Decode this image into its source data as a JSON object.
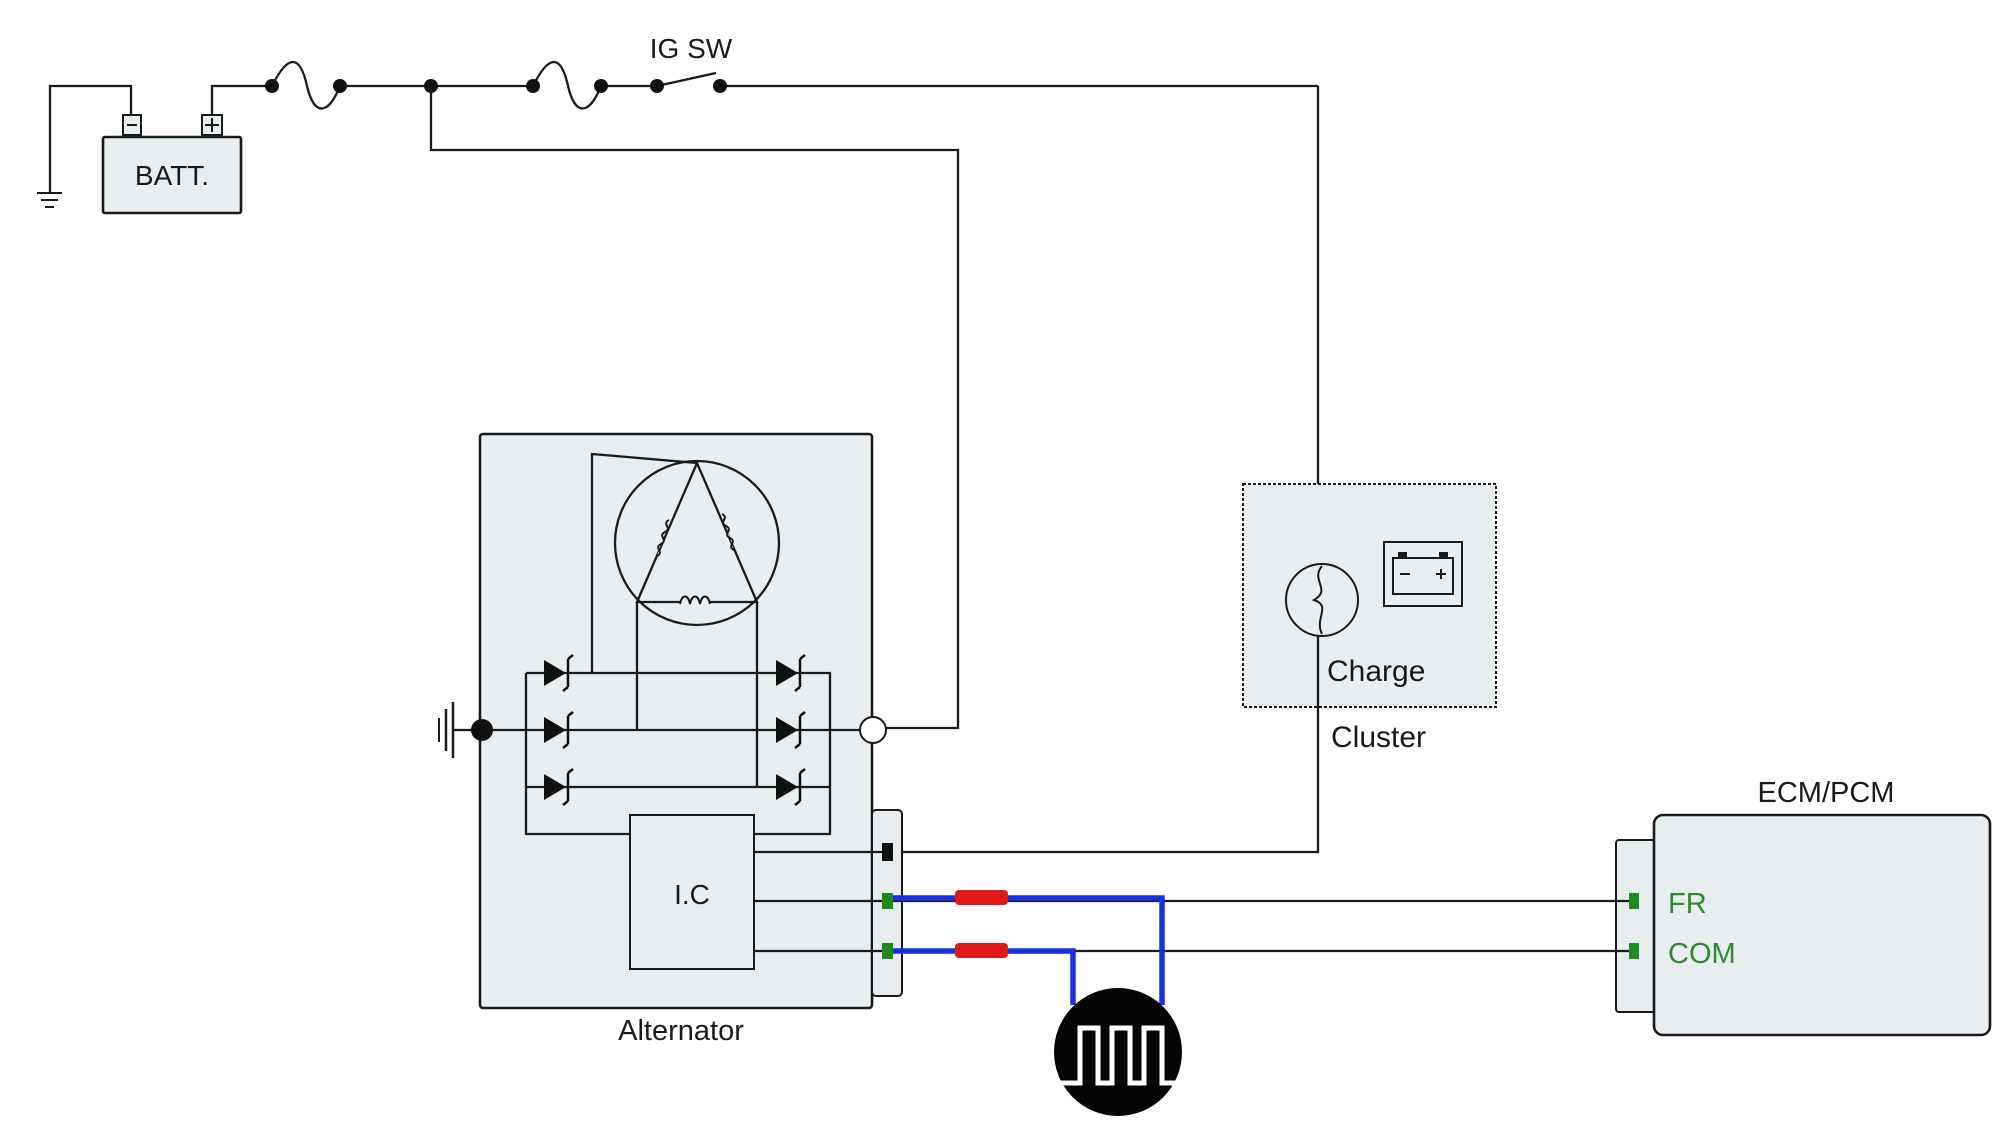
{
  "labels": {
    "battery": "BATT.",
    "ignition_switch": "IG SW",
    "charge": "Charge",
    "cluster": "Cluster",
    "alternator": "Alternator",
    "ic": "I.C",
    "ecm": "ECM/PCM",
    "fr": "FR",
    "com": "COM"
  },
  "colors": {
    "component_fill": "#e8eef0",
    "wire": "#1a1a1a",
    "probe_wire": "#1a2fe0",
    "probe_tip": "#e01a1a",
    "ecm_text": "#2e8b2e",
    "terminal": "#1f8a1f"
  },
  "icons": {
    "battery_warning": "battery-warning-icon",
    "waveform": "square-wave-icon",
    "ground": "ground-icon",
    "fuse": "fuse-icon"
  }
}
